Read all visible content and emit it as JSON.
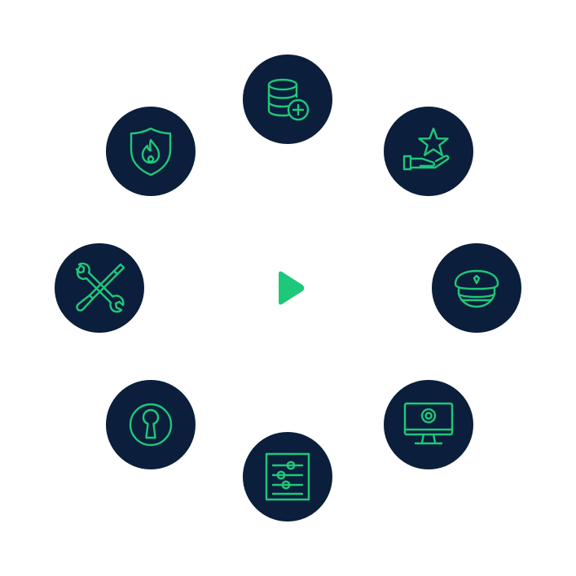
{
  "colors": {
    "circle_fill": "#0b1e3b",
    "icon_stroke": "#1ec87a",
    "play_fill": "#1ec87a",
    "background": "#ffffff"
  },
  "center": {
    "icon": "play-icon"
  },
  "nodes": [
    {
      "id": "top",
      "icon": "database-add-icon"
    },
    {
      "id": "top-right",
      "icon": "hand-star-icon"
    },
    {
      "id": "right",
      "icon": "police-cap-icon"
    },
    {
      "id": "bottom-right",
      "icon": "monitor-gear-icon"
    },
    {
      "id": "bottom",
      "icon": "settings-sliders-icon"
    },
    {
      "id": "bottom-left",
      "icon": "keyhole-icon"
    },
    {
      "id": "left",
      "icon": "wrench-screwdriver-icon"
    },
    {
      "id": "top-left",
      "icon": "shield-fire-icon"
    }
  ]
}
